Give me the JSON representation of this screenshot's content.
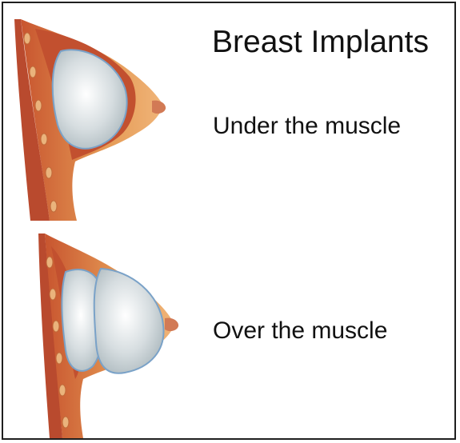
{
  "title": "Breast Implants",
  "placements": [
    {
      "label": "Under the muscle"
    },
    {
      "label": "Over the muscle"
    }
  ],
  "colors": {
    "tissue": "#e7a15a",
    "muscle": "#b5452c",
    "rib": "#e9b27a",
    "implant": "#c9d3d6",
    "implant_outline": "#7aa2c8",
    "nipple": "#d27a55",
    "text": "#111111",
    "border": "#1f1f1f"
  }
}
